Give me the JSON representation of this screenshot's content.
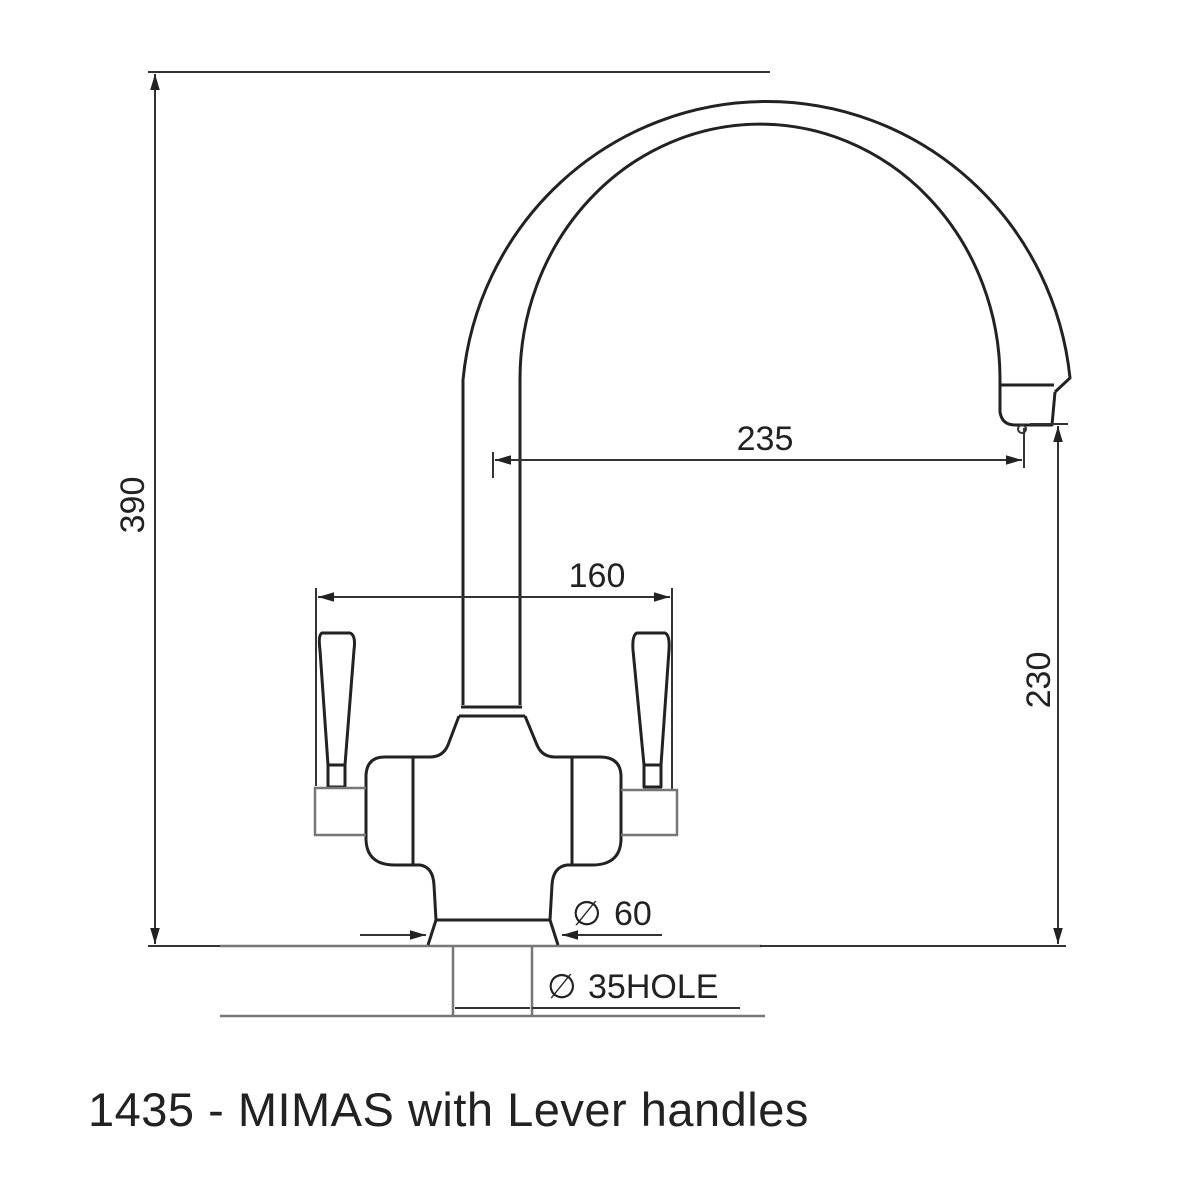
{
  "dimensions": {
    "height_total": "390",
    "spout_reach": "235",
    "spout_height": "230",
    "handle_span": "160",
    "base_diameter": "60",
    "hole_diameter": "35HOLE",
    "diameter_symbol": "∅"
  },
  "caption": "1435 - MIMAS with Lever handles"
}
